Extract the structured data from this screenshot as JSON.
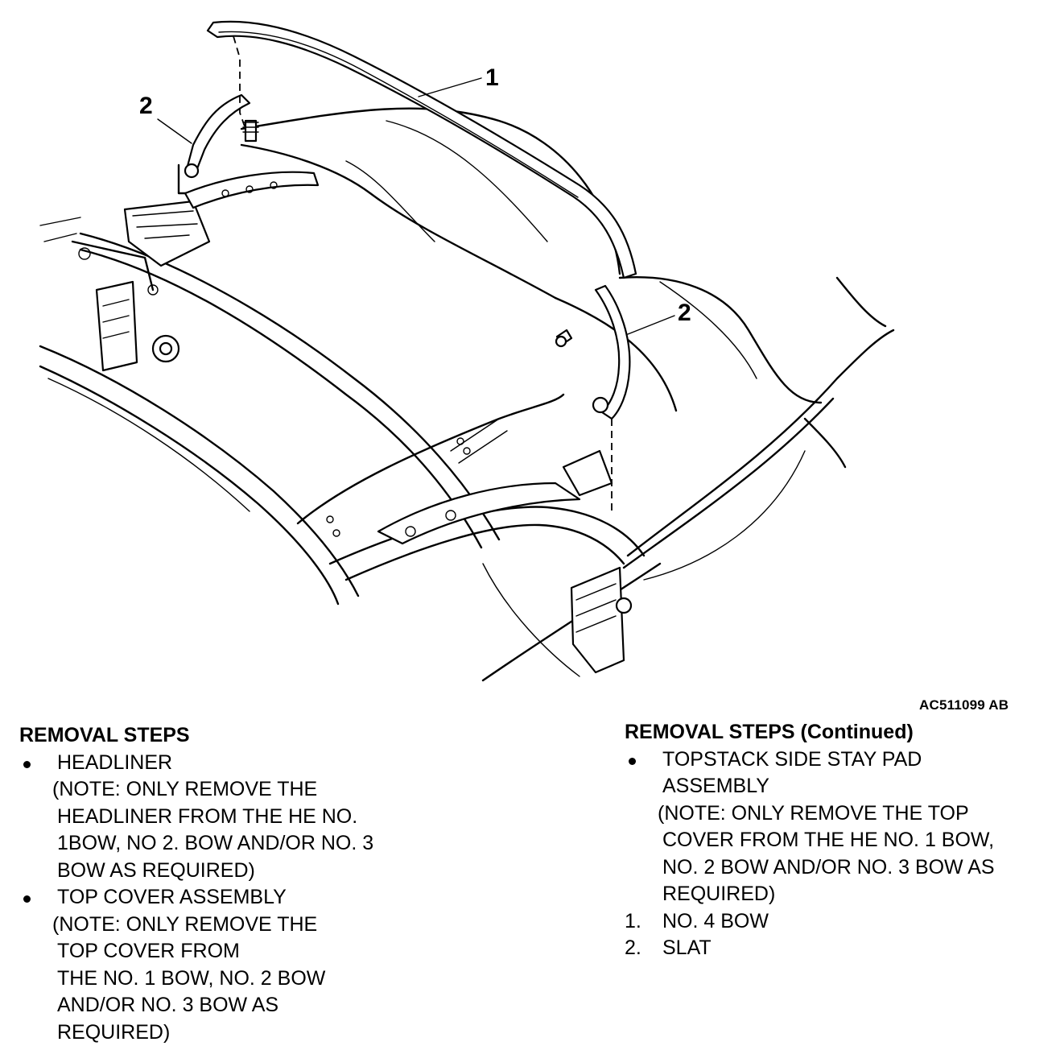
{
  "callouts": {
    "one": "1",
    "two_upper": "2",
    "two_lower": "2"
  },
  "figure_code": "AC511099 AB",
  "removal_left": {
    "heading": "REMOVAL STEPS",
    "items": [
      {
        "marker": "bullet",
        "title": "HEADLINER",
        "lines": [
          "(NOTE: ONLY REMOVE THE",
          "HEADLINER FROM THE HE NO.",
          "1BOW,  NO 2. BOW AND/OR NO. 3",
          "BOW AS REQUIRED)"
        ]
      },
      {
        "marker": "bullet",
        "title": "TOP COVER ASSEMBLY",
        "lines": [
          "(NOTE: ONLY REMOVE THE",
          "TOP COVER FROM",
          "THE NO. 1 BOW,  NO. 2 BOW",
          "AND/OR NO. 3 BOW AS",
          "REQUIRED)"
        ]
      }
    ]
  },
  "removal_right": {
    "heading": "REMOVAL STEPS (Continued)",
    "items": [
      {
        "marker": "bullet",
        "title": "TOPSTACK SIDE STAY PAD",
        "lines": [
          "ASSEMBLY",
          "(NOTE: ONLY REMOVE THE TOP",
          "COVER FROM THE HE NO. 1 BOW,",
          "NO. 2 BOW AND/OR NO. 3 BOW AS",
          "REQUIRED)"
        ]
      },
      {
        "marker": "1.",
        "title": "NO. 4 BOW",
        "lines": []
      },
      {
        "marker": "2.",
        "title": "SLAT",
        "lines": []
      }
    ]
  }
}
